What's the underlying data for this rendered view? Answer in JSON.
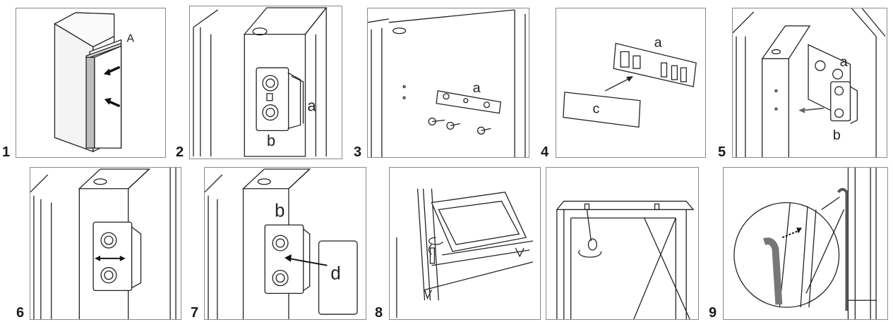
{
  "steps": {
    "s1": "1",
    "s2": "2",
    "s3": "3",
    "s4a": "4",
    "s4b": "4",
    "s5": "5",
    "s6": "6",
    "s7": "7",
    "s8": "8",
    "s9": "9"
  },
  "labels": {
    "p1_A": "A",
    "p2_a": "a",
    "p2_b": "b",
    "p3_a": "a",
    "p4_a": "a",
    "p4_c": "c",
    "p5_a": "a",
    "p5_b": "b",
    "p7_b": "b",
    "p7_d": "d"
  }
}
